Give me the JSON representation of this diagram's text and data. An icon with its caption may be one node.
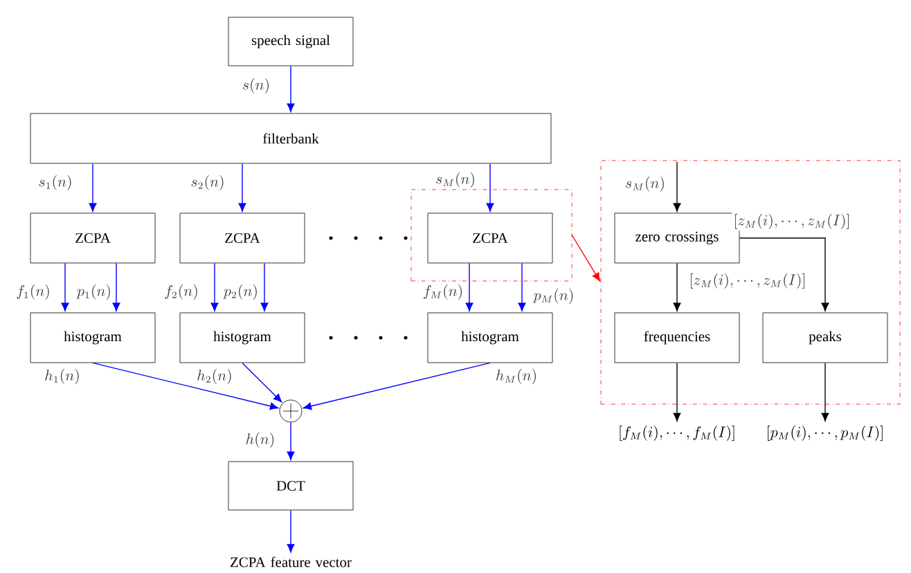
{
  "diagram": {
    "nodes": [
      {
        "text": [
          "speech signal"
        ]
      },
      {
        "text": [
          "filterbank"
        ]
      },
      {
        "text": [
          "ZCPA"
        ]
      },
      {
        "text": [
          "ZCPA"
        ]
      },
      {
        "text": [
          "ZCPA"
        ],
        "in": 11
      },
      {
        "text": [
          "histogram"
        ]
      },
      {
        "text": [
          "histogram"
        ]
      },
      {
        "text": [
          "histogram"
        ]
      },
      {
        "text": [],
        "shape": "circle"
      },
      {
        "text": [
          "DCT"
        ]
      },
      {
        "text": [
          "ZCPA feature vector"
        ]
      },
      {
        "text": [],
        "shape": "box"
      },
      {
        "text": [],
        "shape": "box"
      },
      {
        "text": [
          "zero crossings"
        ],
        "in": 12
      },
      {
        "text": [
          "frequencies"
        ],
        "in": 12
      },
      {
        "text": [
          "peaks"
        ],
        "in": 12
      },
      {
        "text": [
          "[f_M(i), \\cdots, f_M(I)]"
        ]
      },
      {
        "text": [
          "[p_M(i), \\cdots, p_M(I)]"
        ]
      }
    ],
    "edges": [
      {
        "from": 0,
        "to": 1,
        "arrow": "to",
        "label": "s(n)"
      },
      {
        "from": 1,
        "to": 2,
        "arrow": "to",
        "label": "s_1(n)"
      },
      {
        "from": 1,
        "to": 3,
        "arrow": "to",
        "label": "s_2(n)"
      },
      {
        "from": 1,
        "to": 4,
        "arrow": "to",
        "label": "s_M(n)"
      },
      {
        "from": 2,
        "to": 5,
        "arrow": "to",
        "label": "f_1(n)"
      },
      {
        "from": 2,
        "to": 5,
        "arrow": "to",
        "label": "p_1(n)"
      },
      {
        "from": 3,
        "to": 6,
        "arrow": "to",
        "label": "f_2(n)"
      },
      {
        "from": 3,
        "to": 6,
        "arrow": "to",
        "label": "p_2(n)"
      },
      {
        "from": 4,
        "to": 7,
        "arrow": "to",
        "label": "f_M(n)"
      },
      {
        "from": 4,
        "to": 7,
        "arrow": "to",
        "label": "p_M(n)"
      },
      {
        "from": 5,
        "to": 8,
        "arrow": "to",
        "label": "h_1(n)"
      },
      {
        "from": 6,
        "to": 8,
        "arrow": "to",
        "label": "h_2(n)"
      },
      {
        "from": 7,
        "to": 8,
        "arrow": "to",
        "label": "h_M(n)"
      },
      {
        "from": 8,
        "to": 9,
        "arrow": "to",
        "label": "h(n)"
      },
      {
        "from": 9,
        "to": 10,
        "arrow": "to"
      },
      {
        "from": 11,
        "to": 12,
        "arrow": "to",
        "color": "#ff0000"
      },
      {
        "from": null,
        "to": 13,
        "arrow": "to",
        "label": "s_M(n)",
        "color": "#000000"
      },
      {
        "from": 13,
        "to": 14,
        "arrow": "to",
        "label": "[z_M(i), \\cdots, z_M(I)]",
        "color": "#000000"
      },
      {
        "from": 13,
        "to": 15,
        "arrow": "to",
        "label": "[z_M(i), \\cdots, z_M(I)]",
        "color": "#000000"
      },
      {
        "from": 14,
        "to": 16,
        "arrow": "to",
        "color": "#000000"
      },
      {
        "from": 15,
        "to": 17,
        "arrow": "to",
        "color": "#000000"
      }
    ]
  }
}
